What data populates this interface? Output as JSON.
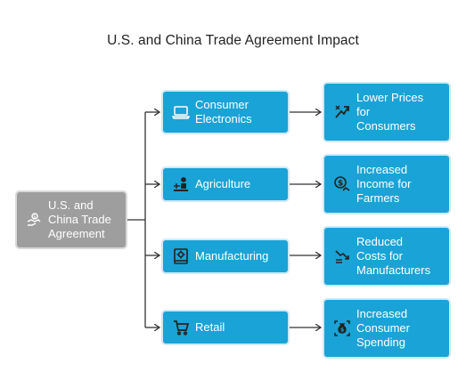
{
  "title": "U.S. and China Trade Agreement Impact",
  "root": {
    "label": "U.S. and\nChina Trade\nAgreement",
    "icon": "handshake-money-icon"
  },
  "branches": [
    {
      "category": "Consumer\nElectronics",
      "category_icon": "laptop-icon",
      "result": "Lower Prices\nfor\nConsumers",
      "result_icon": "trend-arrow-icon"
    },
    {
      "category": "Agriculture",
      "category_icon": "farmer-icon",
      "result": "Increased\nIncome for\nFarmers",
      "result_icon": "dollar-growth-icon"
    },
    {
      "category": "Manufacturing",
      "category_icon": "gear-book-icon",
      "result": "Reduced\nCosts for\nManufacturers",
      "result_icon": "cost-down-icon"
    },
    {
      "category": "Retail",
      "category_icon": "shopping-cart-icon",
      "result": "Increased\nConsumer\nSpending",
      "result_icon": "money-bag-icon"
    }
  ],
  "colors": {
    "root_fill": "#9e9e9e",
    "node_fill": "#1aa3d6",
    "line": "#333333"
  }
}
